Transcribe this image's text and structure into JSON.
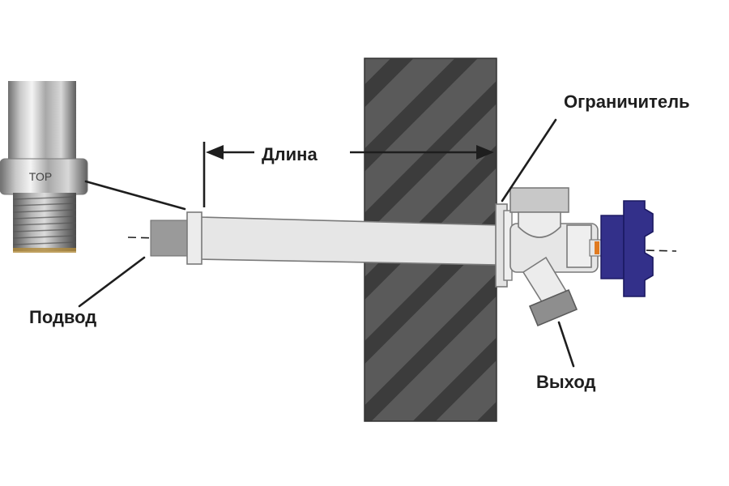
{
  "labels": {
    "length": "Длина",
    "limiter": "Ограничитель",
    "inlet": "Подвод",
    "outlet": "Выход",
    "fitting_stamp": "TOP"
  },
  "colors": {
    "wall_fill": "#5a5a5a",
    "wall_hatch": "#3c3c3c",
    "pipe_fill": "#e6e6e6",
    "pipe_outline": "#7a7a7a",
    "inlet_fill": "#9a9a9a",
    "handle_fill": "#33308a",
    "handle_outline": "#1a1860",
    "stem_accent": "#e07a20",
    "leader_line": "#1e1e1e"
  },
  "icons": {
    "photo": "threaded-fitting-photo",
    "handle": "faucet-handle-icon",
    "outlet": "hose-outlet-icon"
  }
}
